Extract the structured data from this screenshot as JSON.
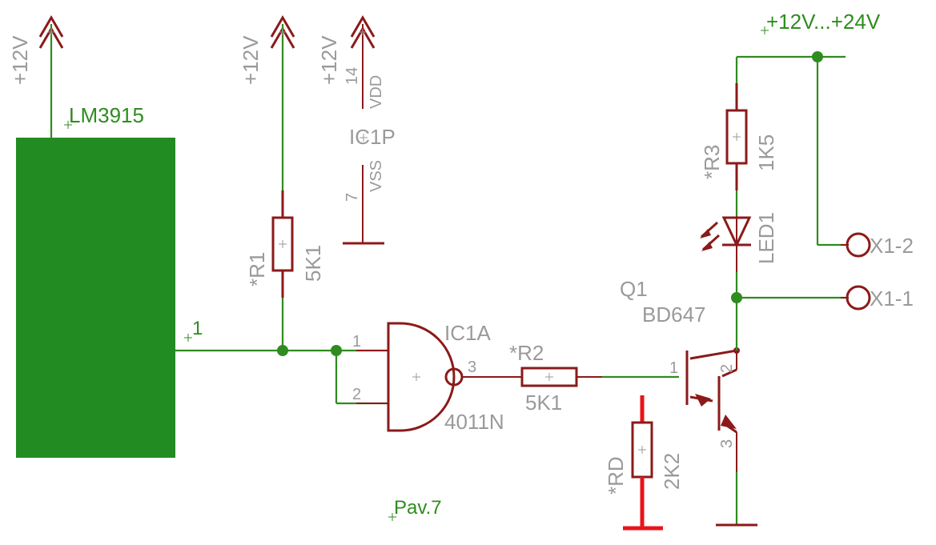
{
  "supplies": {
    "left": "+12V",
    "r1": "+12V",
    "ic1p": "+12V",
    "main": "+12V...+24V"
  },
  "lm3915": {
    "name": "LM3915",
    "pin": "1"
  },
  "ic1p": {
    "name": "IC1P",
    "pin_vdd": "14",
    "vdd": "VDD",
    "pin_vss": "7",
    "vss": "VSS"
  },
  "r1": {
    "name": "*R1",
    "value": "5K1"
  },
  "ic1a": {
    "name": "IC1A",
    "part": "4011N",
    "pin1": "1",
    "pin2": "2",
    "pin3": "3"
  },
  "r2": {
    "name": "*R2",
    "value": "5K1"
  },
  "rd": {
    "name": "*RD",
    "value": "2K2"
  },
  "r3": {
    "name": "*R3",
    "value": "1K5"
  },
  "led": {
    "name": "LED1"
  },
  "q1": {
    "name": "Q1",
    "part": "BD647",
    "pin1": "1",
    "pin2": "2",
    "pin3": "3"
  },
  "connectors": {
    "x1_2": "X1-2",
    "x1_1": "X1-1"
  },
  "note": "Pav.7",
  "colors": {
    "wire": "#2f8c1f",
    "component": "#8b1a1a",
    "label": "#9a9a9a",
    "added_resistor": "#e8141a"
  }
}
